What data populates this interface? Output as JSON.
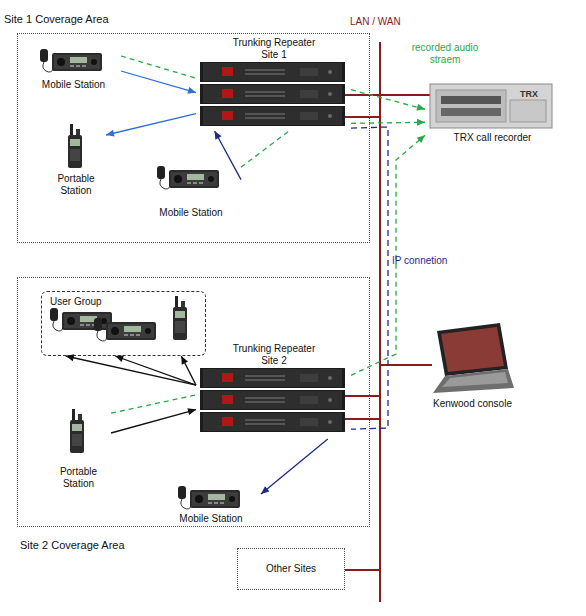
{
  "diagram": {
    "nodes": [
      {
        "text": [
          "Site 1 Coverage Area"
        ]
      },
      {
        "text": [
          "Mobile Station"
        ],
        "in": 0
      },
      {
        "text": [
          "Trunking Repeater Site 1"
        ],
        "in": 0
      },
      {
        "text": [
          "Portable Station"
        ],
        "in": 0
      },
      {
        "text": [
          "Mobile Station"
        ],
        "in": 0
      },
      {
        "text": [
          "TRX call recorder"
        ]
      },
      {
        "text": [
          "Site 2 Coverage Area"
        ]
      },
      {
        "text": [
          "User Group"
        ],
        "in": 6
      },
      {
        "text": [
          "Trunking Repeater Site 2"
        ],
        "in": 6
      },
      {
        "text": [
          "Portable Station"
        ],
        "in": 6
      },
      {
        "text": [
          "Mobile Station"
        ],
        "in": 6
      },
      {
        "text": [
          "Kenwood console"
        ]
      },
      {
        "text": [
          "Other Sites"
        ]
      }
    ],
    "edges": [
      {
        "from": 1,
        "to": 2,
        "arrow": "to"
      },
      {
        "from": 2,
        "to": 3,
        "arrow": "to"
      },
      {
        "from": 4,
        "to": 2,
        "arrow": "to"
      },
      {
        "from": 1,
        "to": 2,
        "arrow": "none"
      },
      {
        "from": 4,
        "to": 2,
        "arrow": "none"
      },
      {
        "from": 2,
        "to": 5,
        "label": "recorded audio straem",
        "arrow": "to"
      },
      {
        "from": 2,
        "to": 5,
        "arrow": "to"
      },
      {
        "from": 9,
        "to": 8,
        "arrow": "none"
      },
      {
        "from": 8,
        "to": 5,
        "arrow": "to"
      },
      {
        "from": 8,
        "to": 7,
        "arrow": "to"
      },
      {
        "from": 8,
        "to": 7,
        "arrow": "to"
      },
      {
        "from": 8,
        "to": 7,
        "arrow": "to"
      },
      {
        "from": 9,
        "to": 8,
        "arrow": "to"
      },
      {
        "from": 8,
        "to": 10,
        "arrow": "to"
      },
      {
        "from": 2,
        "to": 8,
        "label": "IP connetion",
        "arrow": "none"
      }
    ],
    "labels": [
      "LAN / WAN",
      "TRX"
    ]
  }
}
